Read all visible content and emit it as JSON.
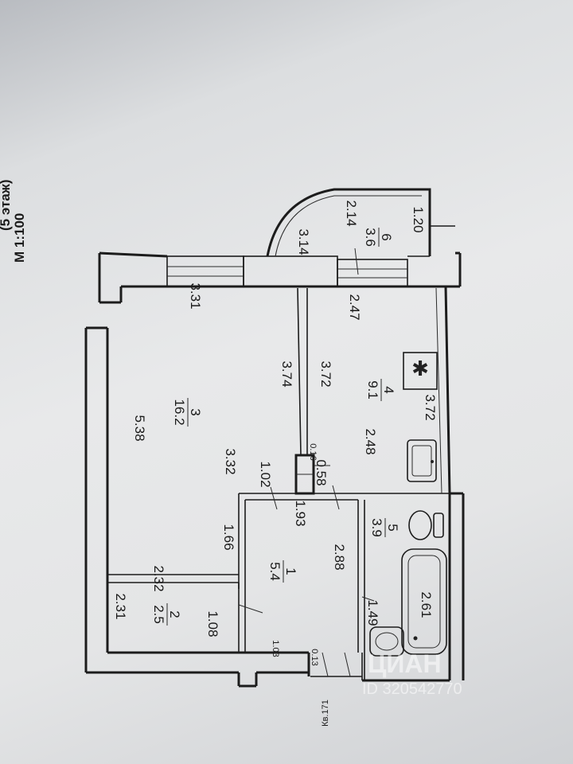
{
  "header": {
    "scale": "М 1:100",
    "floor_fragment": "(5 этаж)"
  },
  "apartment_label": "Кв.171",
  "rooms": [
    {
      "number": "1",
      "area": "5.4"
    },
    {
      "number": "2",
      "area": "2.5"
    },
    {
      "number": "3",
      "area": "16.2"
    },
    {
      "number": "4",
      "area": "9.1"
    },
    {
      "number": "5",
      "area": "3.9"
    },
    {
      "number": "6",
      "area": "3.6"
    }
  ],
  "dimensions": {
    "d538": "5.38",
    "d331": "3.31",
    "d332": "3.32",
    "d374": "3.74",
    "d372_top": "3.72",
    "d372_bottom": "3.72",
    "d248": "2.48",
    "d247": "2.47",
    "d314": "3.14",
    "d214": "2.14",
    "d120": "1.20",
    "d102": "1.02",
    "d058": "0.58",
    "d016": "0.16",
    "d193": "1.93",
    "d166": "1.66",
    "d288": "2.88",
    "d232": "2.32",
    "d231": "2.31",
    "d108": "1.08",
    "d103": "1.03",
    "d013": "0.13",
    "d149": "1.49",
    "d261": "2.61"
  },
  "watermark": {
    "brand": "ЦИАН",
    "id": "ID 320542770"
  }
}
